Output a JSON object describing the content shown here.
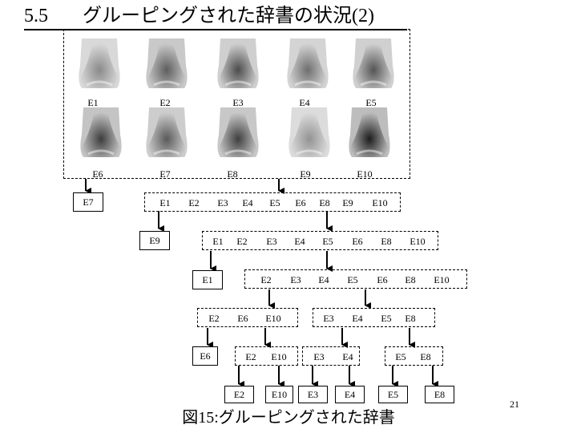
{
  "title": {
    "number": "5.5",
    "text": "グルーピングされた辞書の状況(2)"
  },
  "faces": [
    {
      "label": "E1",
      "tone": "#8a8a8a",
      "bg": "#d9d9d9"
    },
    {
      "label": "E2",
      "tone": "#5e5e5e",
      "bg": "#c9c9c9"
    },
    {
      "label": "E3",
      "tone": "#4c4c4c",
      "bg": "#cfcfcf"
    },
    {
      "label": "E4",
      "tone": "#6f6f6f",
      "bg": "#d4d4d4"
    },
    {
      "label": "E5",
      "tone": "#555555",
      "bg": "#d0d0d0"
    },
    {
      "label": "E6",
      "tone": "#3d3d3d",
      "bg": "#c4c4c4"
    },
    {
      "label": "E7",
      "tone": "#5a5a5a",
      "bg": "#cdcdcd"
    },
    {
      "label": "E8",
      "tone": "#3f3f3f",
      "bg": "#c8c8c8"
    },
    {
      "label": "E9",
      "tone": "#939393",
      "bg": "#dcdcdc"
    },
    {
      "label": "E10",
      "tone": "#1c1c1c",
      "bg": "#bdbdbd"
    }
  ],
  "tree": {
    "level1": {
      "leaf": "E7",
      "group": [
        "E1",
        "E2",
        "E3",
        "E4",
        "E5",
        "E6",
        "E8",
        "E9",
        "E10"
      ]
    },
    "level2": {
      "leaf": "E9",
      "group": [
        "E1",
        "E2",
        "E3",
        "E4",
        "E5",
        "E6",
        "E8",
        "E10"
      ]
    },
    "level3": {
      "leaf": "E1",
      "group": [
        "E2",
        "E3",
        "E4",
        "E5",
        "E6",
        "E8",
        "E10"
      ]
    },
    "level4": {
      "left": [
        "E2",
        "E6",
        "E10"
      ],
      "right": [
        "E3",
        "E4",
        "E5",
        "E8"
      ]
    },
    "level5": {
      "leaf": "E6",
      "groups": [
        [
          "E2",
          "E10"
        ],
        [
          "E3",
          "E4"
        ],
        [
          "E5",
          "E8"
        ]
      ]
    },
    "leaves": [
      "E2",
      "E10",
      "E3",
      "E4",
      "E5",
      "E8"
    ]
  },
  "caption": "図15:グルーピングされた辞書",
  "page_number": "21"
}
